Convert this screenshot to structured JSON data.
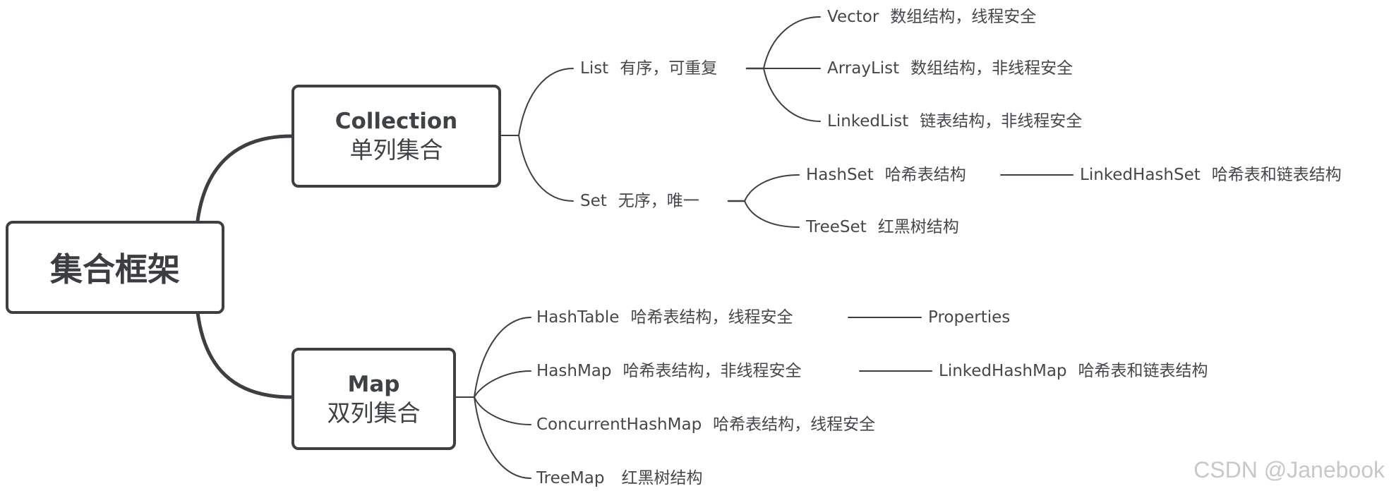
{
  "root": {
    "title": "集合框架"
  },
  "collection": {
    "name": "Collection",
    "desc": "单列集合",
    "list": {
      "name": "List",
      "desc": "有序，可重复",
      "items": [
        {
          "name": "Vector",
          "desc": "数组结构，线程安全"
        },
        {
          "name": "ArrayList",
          "desc": "数组结构，非线程安全"
        },
        {
          "name": "LinkedList",
          "desc": "链表结构，非线程安全"
        }
      ]
    },
    "set": {
      "name": "Set",
      "desc": "无序，唯一",
      "items": [
        {
          "name": "HashSet",
          "desc": "哈希表结构",
          "child": {
            "name": "LinkedHashSet",
            "desc": "哈希表和链表结构"
          }
        },
        {
          "name": "TreeSet",
          "desc": "红黑树结构"
        }
      ]
    }
  },
  "map": {
    "name": "Map",
    "desc": "双列集合",
    "items": [
      {
        "name": "HashTable",
        "desc": "哈希表结构，线程安全",
        "child": {
          "name": "Properties"
        }
      },
      {
        "name": "HashMap",
        "desc": "哈希表结构，非线程安全",
        "child": {
          "name": "LinkedHashMap",
          "desc": "哈希表和链表结构"
        }
      },
      {
        "name": "ConcurrentHashMap",
        "desc": "哈希表结构，线程安全"
      },
      {
        "name": "TreeMap",
        "desc": "红黑树结构"
      }
    ]
  },
  "watermark": "CSDN @Janebook",
  "colors": {
    "line": "#3d3f42",
    "text": "#45474a",
    "watermark": "#c8c8c8"
  }
}
